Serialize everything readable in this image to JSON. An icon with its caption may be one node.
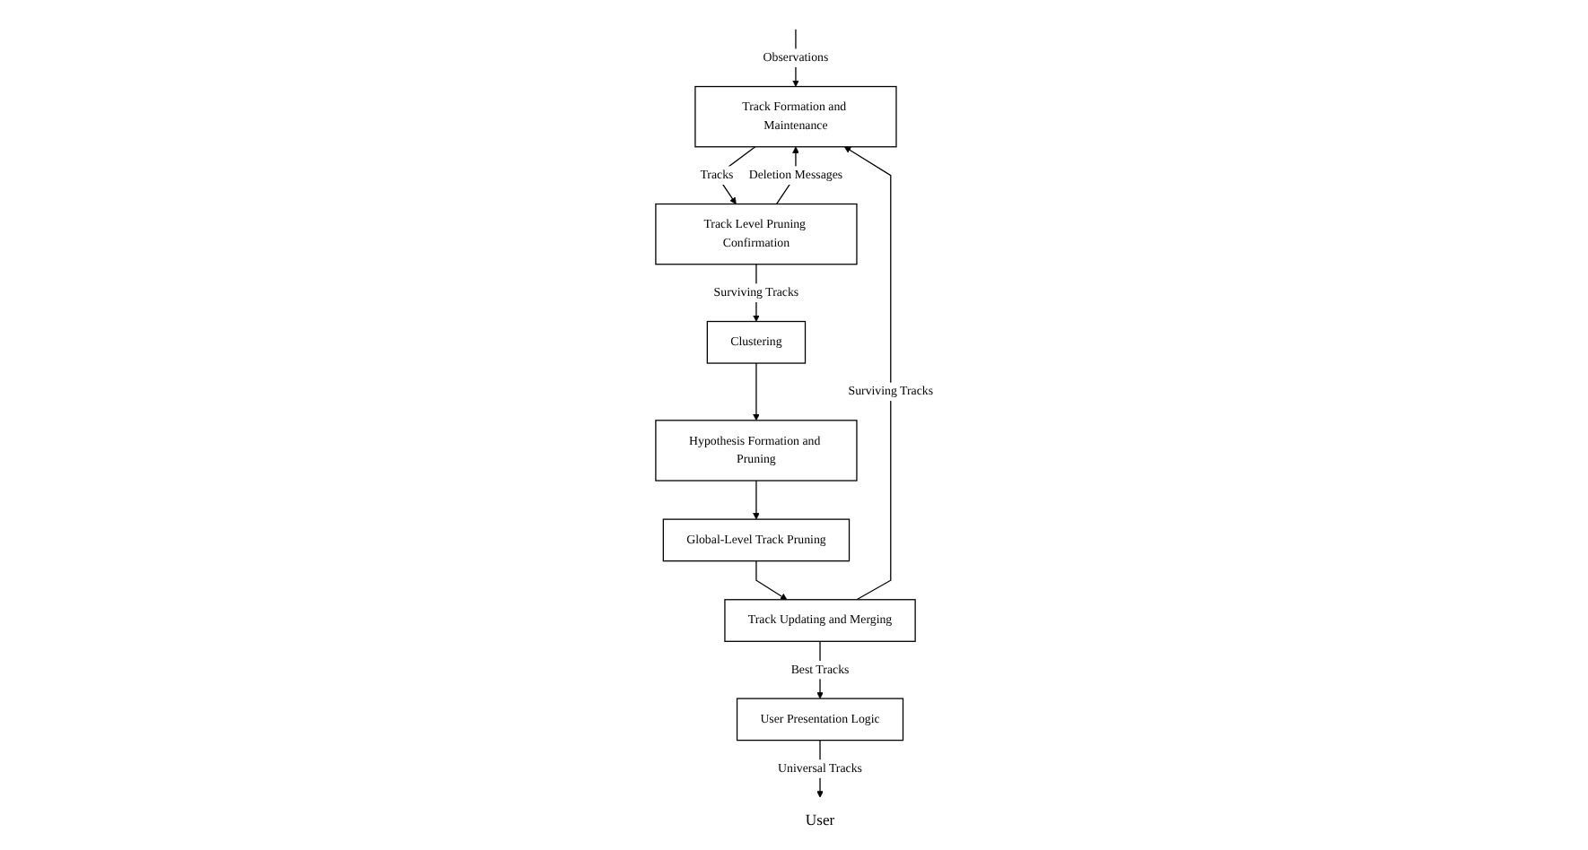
{
  "diagram": {
    "nodes": [
      {
        "text": [
          "Track Formation and Maintenance"
        ]
      },
      {
        "text": [
          "Track Level Pruning Confirmation"
        ]
      },
      {
        "text": [
          "Clustering"
        ]
      },
      {
        "text": [
          "Hypothesis Formation and Pruning"
        ]
      },
      {
        "text": [
          "Global-Level Track Pruning"
        ]
      },
      {
        "text": [
          "Track Updating and Merging"
        ]
      },
      {
        "text": [
          "User Presentation Logic"
        ]
      },
      {
        "text": [
          "User"
        ]
      }
    ],
    "edges": [
      {
        "from": null,
        "to": 0,
        "arrow": "to",
        "label": "Observations"
      },
      {
        "from": 0,
        "to": 1,
        "arrow": "to",
        "label": "Tracks"
      },
      {
        "from": 1,
        "to": 0,
        "arrow": "to",
        "label": "Deletion Messages"
      },
      {
        "from": 1,
        "to": 2,
        "arrow": "to",
        "label": "Surviving Tracks"
      },
      {
        "from": 2,
        "to": 3,
        "arrow": "to"
      },
      {
        "from": 3,
        "to": 4,
        "arrow": "to"
      },
      {
        "from": 4,
        "to": 5,
        "arrow": "to"
      },
      {
        "from": 5,
        "to": 0,
        "arrow": "to",
        "label": "Surviving Tracks"
      },
      {
        "from": 5,
        "to": 6,
        "arrow": "to",
        "label": "Best Tracks"
      },
      {
        "from": 6,
        "to": 7,
        "arrow": "to",
        "label": "Universal Tracks"
      }
    ]
  }
}
